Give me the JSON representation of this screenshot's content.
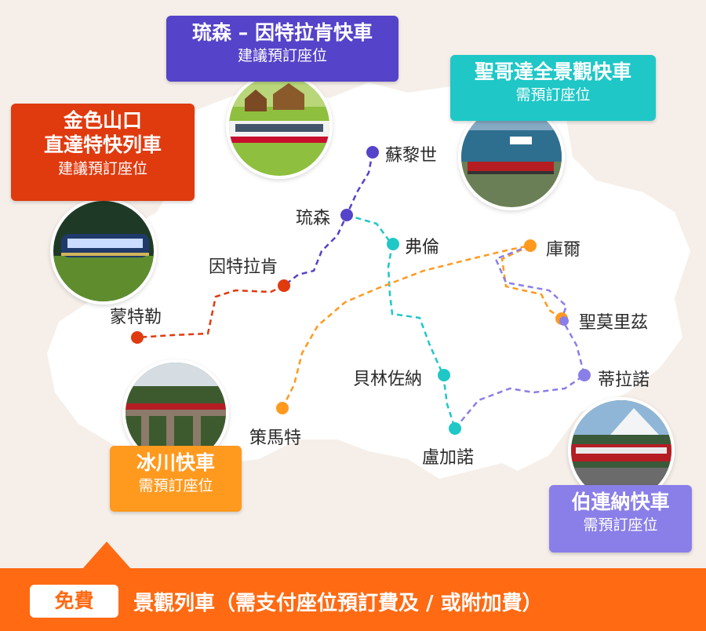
{
  "colors": {
    "background": "#f6efe9",
    "land": "#ffffff",
    "purple": "#6a5acd",
    "blue_violet": "#5543c9",
    "red_orange": "#e03a0f",
    "orange": "#ff9a1f",
    "teal": "#1fc7c7",
    "lavender": "#8a7fe8",
    "footer": "#ff6a13"
  },
  "callouts": {
    "luzern_interlaken": {
      "title": "琉森 – 因特拉肯快車",
      "subtitle": "建議預訂座位"
    },
    "goldenpass": {
      "title_line1": "金色山口",
      "title_line2": "直達特快列車",
      "subtitle": "建議預訂座位"
    },
    "gotthard": {
      "title": "聖哥達全景觀快車",
      "subtitle": "需預訂座位"
    },
    "glacier": {
      "title": "冰川快車",
      "subtitle": "需預訂座位"
    },
    "bernina": {
      "title": "伯連納快車",
      "subtitle": "需預訂座位"
    }
  },
  "cities": {
    "zurich": "蘇黎世",
    "luzern": "琉森",
    "flueelen": "弗倫",
    "interlaken": "因特拉肯",
    "montreux": "蒙特勒",
    "chur": "庫爾",
    "stmoritz": "聖莫里茲",
    "tirano": "蒂拉諾",
    "bellinzona": "貝林佐納",
    "lugano": "盧加諾",
    "zermatt": "策馬特"
  },
  "photos": {
    "goldenpass": "train-photo-icon",
    "luzern_interlaken": "train-photo-icon",
    "gotthard": "train-photo-icon",
    "glacier": "train-photo-icon",
    "bernina": "train-photo-icon"
  },
  "footer": {
    "badge": "免費",
    "text": "景觀列車（需支付座位預訂費及 / 或附加費）"
  }
}
